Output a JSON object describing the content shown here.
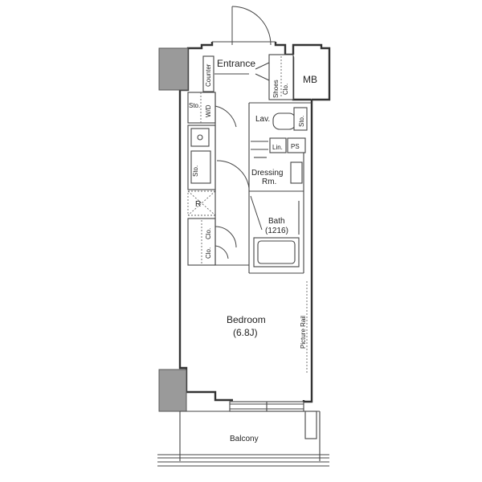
{
  "rooms": {
    "entrance": "Entrance",
    "counter": "Counter",
    "shoes_clo_1": "Shoes",
    "shoes_clo_2": "Clo.",
    "mb": "MB",
    "sto_top": "Sto.",
    "wd": "W/D",
    "sto_kitchen": "Sto.",
    "r": "R",
    "clo_1": "Clo.",
    "clo_2": "Clo.",
    "lav": "Lav.",
    "sto_lav": "Sto.",
    "lin": "Lin.",
    "ps": "PS",
    "dressing_1": "Dressing",
    "dressing_2": "Rm.",
    "bath": "Bath",
    "bath_size": "(1216)",
    "bedroom": "Bedroom",
    "bedroom_size": "(6.8J)",
    "picture_rail": "Picture Rail",
    "balcony": "Balcony"
  }
}
